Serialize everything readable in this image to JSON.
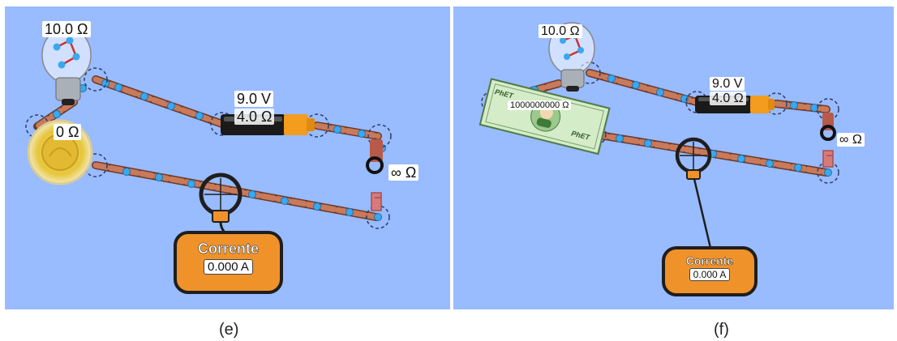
{
  "panel_e": {
    "caption": "(e)",
    "bulb_resistance": "10.0 Ω",
    "battery_voltage": "9.0 V",
    "battery_resistance": "4.0 Ω",
    "coin_resistance": "0 Ω",
    "switch_resistance": "∞ Ω",
    "ammeter_title": "Corrente",
    "ammeter_value": "0.000 A"
  },
  "panel_f": {
    "caption": "(f)",
    "bulb_resistance": "10.0 Ω",
    "battery_voltage": "9.0 V",
    "battery_resistance": "4.0 Ω",
    "bill_resistance": "1000000000 Ω",
    "bill_print": "PhET",
    "switch_resistance": "∞ Ω",
    "ammeter_title": "Corrente",
    "ammeter_value": "0.000 A"
  },
  "colors": {
    "background": "#99bbff",
    "wire": "#c97a5a",
    "electron": "#3aa8ee",
    "ammeter_body": "#f0922a",
    "battery_tip": "#f39c1e"
  },
  "icons": [
    "light-bulb-icon",
    "battery-icon",
    "coin-icon",
    "dollar-bill-icon",
    "switch-icon",
    "ammeter-probe-icon"
  ]
}
